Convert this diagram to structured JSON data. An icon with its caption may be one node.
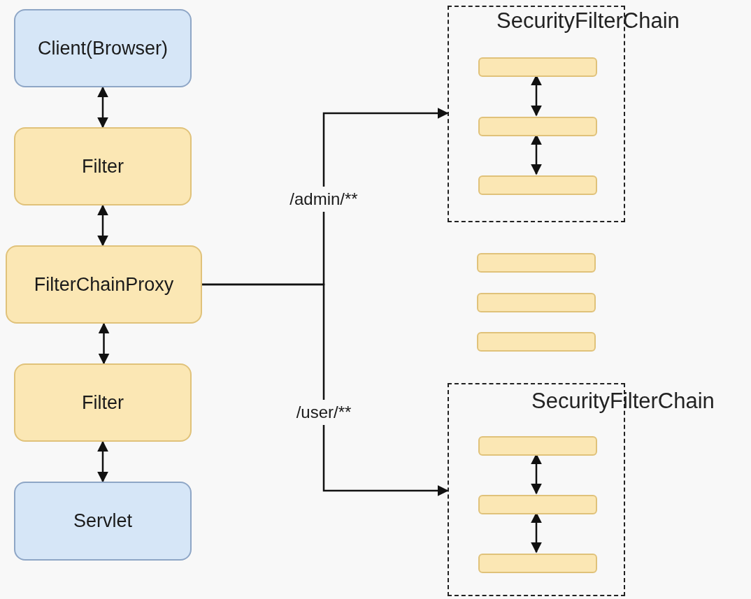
{
  "diagram": {
    "nodes": [
      {
        "text": [
          "Client(Browser)"
        ]
      },
      {
        "text": [
          "Filter"
        ]
      },
      {
        "text": [
          "FilterChainProxy"
        ]
      },
      {
        "text": [
          "Filter"
        ]
      },
      {
        "text": [
          "Servlet"
        ]
      },
      {
        "text": [
          "SecurityFilterChain"
        ]
      },
      {
        "text": [],
        "shape": "bar",
        "in": 5
      },
      {
        "text": [],
        "shape": "bar",
        "in": 5
      },
      {
        "text": [],
        "shape": "bar",
        "in": 5
      },
      {
        "text": [],
        "shape": "bar"
      },
      {
        "text": [],
        "shape": "bar"
      },
      {
        "text": [],
        "shape": "bar"
      },
      {
        "text": [
          "SecurityFilterChain"
        ]
      },
      {
        "text": [],
        "shape": "bar",
        "in": 12
      },
      {
        "text": [],
        "shape": "bar",
        "in": 12
      },
      {
        "text": [],
        "shape": "bar",
        "in": 12
      }
    ],
    "edges": [
      {
        "from": 0,
        "to": 1,
        "arrow": "both"
      },
      {
        "from": 1,
        "to": 2,
        "arrow": "both"
      },
      {
        "from": 2,
        "to": 3,
        "arrow": "both"
      },
      {
        "from": 3,
        "to": 4,
        "arrow": "both"
      },
      {
        "from": 2,
        "to": 5,
        "arrow": "to",
        "label": "/admin/**"
      },
      {
        "from": 2,
        "to": 12,
        "arrow": "to",
        "label": "/user/**"
      },
      {
        "from": 6,
        "to": 7,
        "arrow": "both"
      },
      {
        "from": 7,
        "to": 8,
        "arrow": "both"
      },
      {
        "from": 13,
        "to": 14,
        "arrow": "both"
      },
      {
        "from": 14,
        "to": 15,
        "arrow": "both"
      }
    ]
  }
}
